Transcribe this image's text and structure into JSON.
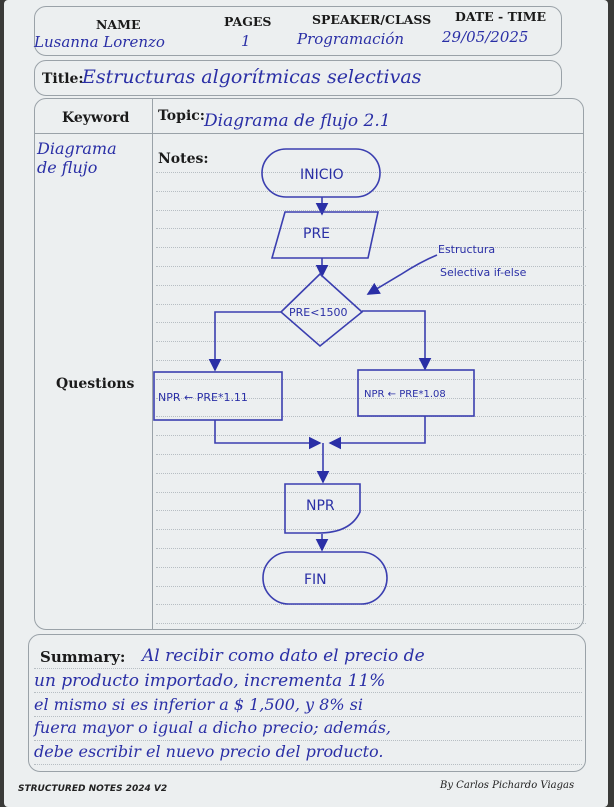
{
  "header": {
    "name_label": "NAME",
    "pages_label": "PAGES",
    "speaker_label": "SPEAKER/CLASS",
    "datetime_label": "DATE - TIME",
    "name_value": "Lusanna Lorenzo",
    "pages_value": "1",
    "speaker_value": "Programación",
    "datetime_value": "29/05/2025"
  },
  "title": {
    "label": "Title:",
    "value": "Estructuras algorítmicas selectivas"
  },
  "body": {
    "keyword_label": "Keyword",
    "topic_label": "Topic:",
    "topic_value": "Diagrama de flujo 2.1",
    "keyword_value_line1": "Diagrama",
    "keyword_value_line2": "de flujo",
    "notes_label": "Notes:",
    "questions_label": "Questions"
  },
  "flowchart": {
    "start": "INICIO",
    "input": "PRE",
    "decision": "PRE<1500",
    "left_process": "NPR ← PRE*1.11",
    "right_process": "NPR ← PRE*1.08",
    "output": "NPR",
    "end": "FIN",
    "annotation_line1": "Estructura",
    "annotation_line2": "Selectiva if-else"
  },
  "summary": {
    "label": "Summary:",
    "lines": [
      "Al recibir como dato el precio de",
      "un producto importado, incrementa 11%",
      "el mismo si es inferior a $ 1,500, y 8% si",
      "fuera mayor o igual a dicho precio; además,",
      "debe escribir el nuevo precio del producto."
    ]
  },
  "footer": {
    "left": "STRUCTURED NOTES 2024 V2",
    "right": "By Carlos Pichardo Viagas"
  }
}
